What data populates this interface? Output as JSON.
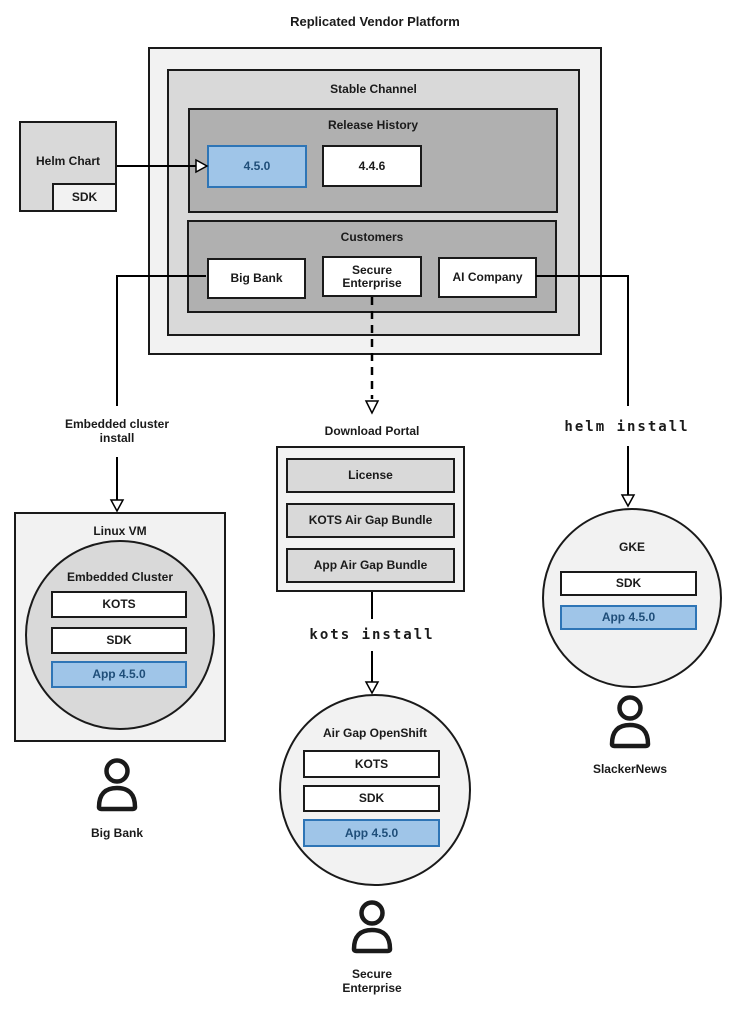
{
  "title": "Replicated Vendor Platform",
  "platform": {
    "stable_channel": {
      "label": "Stable Channel",
      "release_history": {
        "label": "Release History",
        "releases": [
          {
            "version": "4.5.0",
            "highlighted": "true"
          },
          {
            "version": "4.4.6",
            "highlighted": "false"
          }
        ]
      },
      "customers": {
        "label": "Customers",
        "items": [
          {
            "name": "Big Bank"
          },
          {
            "name": "Secure Enterprise"
          },
          {
            "name": "AI Company"
          }
        ]
      }
    }
  },
  "helm_chart": {
    "label": "Helm Chart",
    "sdk": "SDK"
  },
  "flow_left": {
    "arrow_label": "Embedded cluster install",
    "vm": {
      "label": "Linux VM",
      "cluster_label": "Embedded Cluster",
      "components": [
        "KOTS",
        "SDK",
        "App 4.5.0"
      ]
    },
    "user": "Big Bank"
  },
  "flow_center": {
    "portal": {
      "label": "Download Portal",
      "items": [
        "License",
        "KOTS Air Gap Bundle",
        "App Air Gap Bundle"
      ]
    },
    "command": "kots install",
    "cluster": {
      "label": "Air Gap OpenShift",
      "components": [
        "KOTS",
        "SDK",
        "App 4.5.0"
      ]
    },
    "user": "Secure Enterprise"
  },
  "flow_right": {
    "command": "helm install",
    "cluster": {
      "label": "GKE",
      "components": [
        "SDK",
        "App 4.5.0"
      ]
    },
    "user": "SlackerNews"
  },
  "colors": {
    "highlight_fill": "#9fc5e8",
    "highlight_border": "#2e75b6",
    "highlight_text": "#1f4e79",
    "panel_light": "#f2f2f2",
    "panel_mid": "#d9d9d9",
    "panel_dark": "#b0b0b0",
    "line": "#000000"
  }
}
